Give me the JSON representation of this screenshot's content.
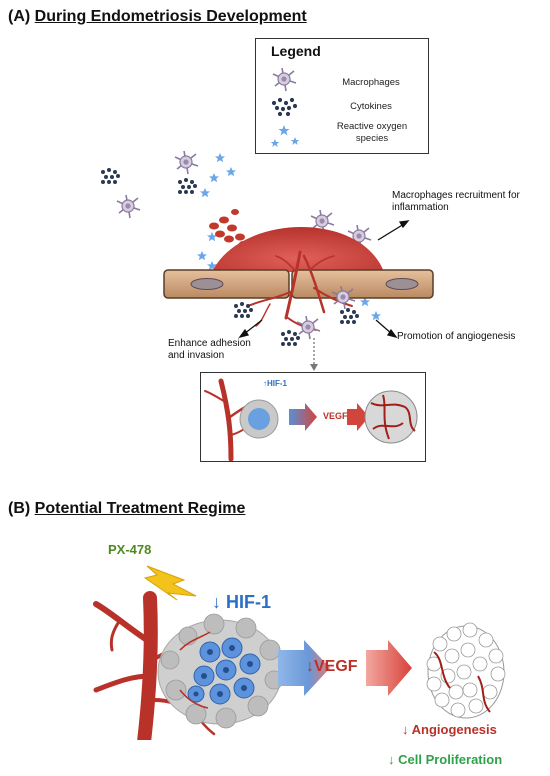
{
  "section_a": {
    "prefix": "(A)",
    "title": "During Endometriosis Development"
  },
  "legend": {
    "title": "Legend",
    "items": [
      {
        "label": "Macrophages",
        "icon": "macrophage-icon"
      },
      {
        "label": "Cytokines",
        "icon": "cytokine-dots-icon"
      },
      {
        "label": "Reactive oxygen species",
        "icon": "ros-star-icon"
      }
    ]
  },
  "panel_a": {
    "macrophage_label": "Macrophages recruitment for inflammation",
    "adhesion_label": "Enhance adhesion and invasion",
    "angiogenesis_label": "Promotion of angiogenesis",
    "inset": {
      "hif_label": "↑HIF-1",
      "vegf_label": "VEGF"
    }
  },
  "section_b": {
    "prefix": "(B)",
    "title": "Potential Treatment Regime"
  },
  "panel_b": {
    "drug_label": "PX-478",
    "hif_label": "↓ HIF-1",
    "vegf_label": "↓VEGF",
    "angiogenesis_label": "↓ Angiogenesis",
    "proliferation_label": "↓ Cell Proliferation"
  },
  "colors": {
    "vessel_red": "#b8322a",
    "tissue_pink": "#d9534f",
    "blue_label": "#2a6fc4",
    "green_label": "#3c8a2e",
    "green_prolif": "#2ea24a",
    "drug_green": "#4e8a1f",
    "lightning": "#f2c31a",
    "star_blue": "#6aa6e8"
  }
}
